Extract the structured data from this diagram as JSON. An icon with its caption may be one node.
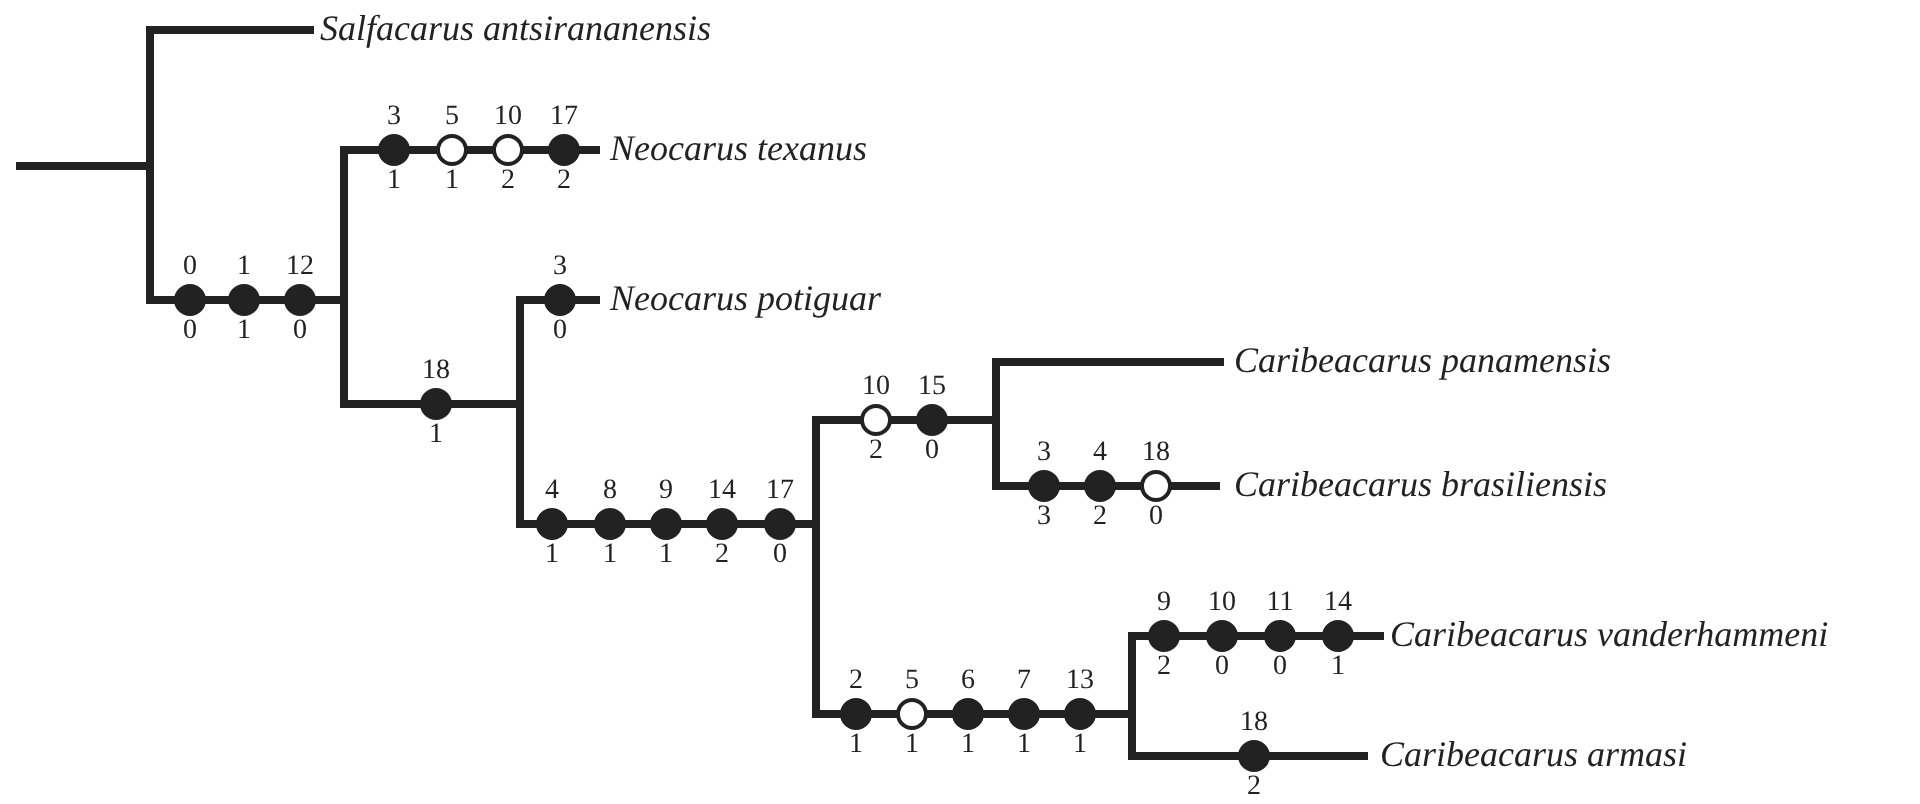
{
  "diagram": {
    "nodes": [
      {
        "text": [
          "Salfacarus antsirananensis"
        ]
      },
      {
        "text": [
          "Neocarus texanus"
        ]
      },
      {
        "text": [
          "Neocarus potiguar"
        ]
      },
      {
        "text": [
          "Caribeacarus panamensis"
        ]
      },
      {
        "text": [
          "Caribeacarus brasiliensis"
        ]
      },
      {
        "text": [
          "Caribeacarus vanderhammeni"
        ]
      },
      {
        "text": [
          "Caribeacarus armasi"
        ]
      }
    ],
    "labels": [
      "3",
      "1",
      "5",
      "1",
      "10",
      "2",
      "17",
      "2",
      "0",
      "0",
      "1",
      "1",
      "12",
      "0",
      "3",
      "0",
      "18",
      "1",
      "10",
      "2",
      "15",
      "0",
      "3",
      "3",
      "4",
      "2",
      "18",
      "0",
      "4",
      "1",
      "8",
      "1",
      "9",
      "1",
      "14",
      "2",
      "17",
      "0",
      "2",
      "1",
      "5",
      "1",
      "6",
      "1",
      "7",
      "1",
      "13",
      "1",
      "9",
      "2",
      "10",
      "0",
      "11",
      "0",
      "14",
      "1",
      "18",
      "2"
    ]
  }
}
